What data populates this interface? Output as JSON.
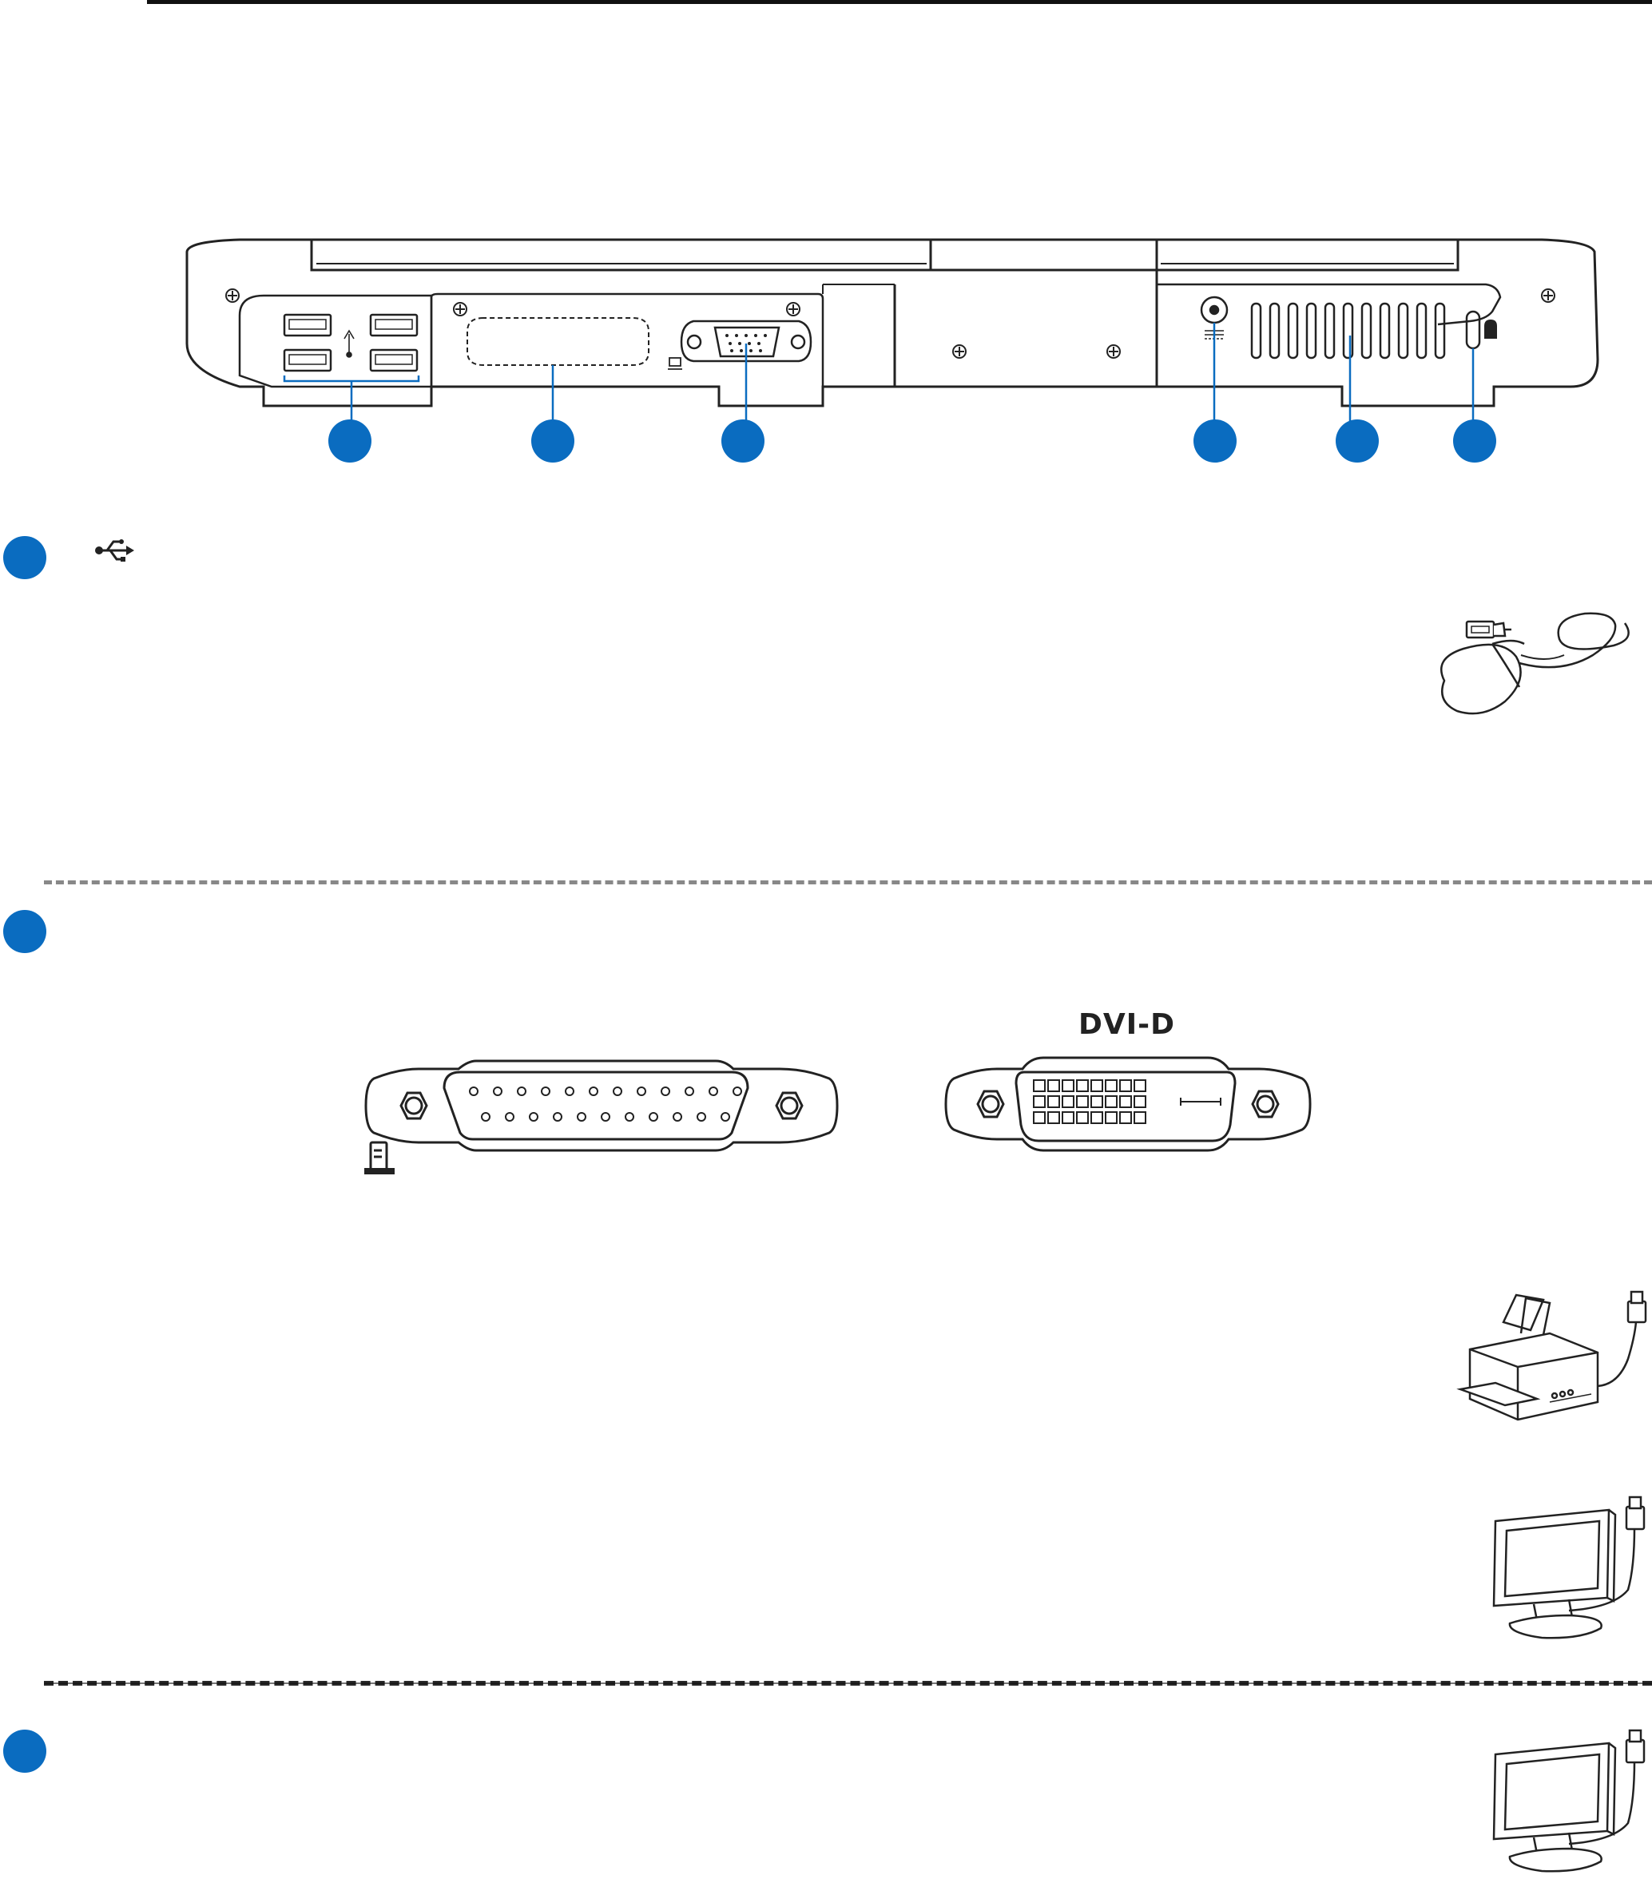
{
  "page": {
    "accent_color": "#0a6cc0",
    "line_color": "#222222"
  },
  "diagram": {
    "callouts": [
      "usb-ports",
      "port-replicator-connector",
      "display-output",
      "dc-power-input",
      "air-vents",
      "kensington-lock-port"
    ],
    "icons": [
      "usb-icon",
      "monitor-icon",
      "dc-in-icon",
      "lock-icon"
    ]
  },
  "sections": [
    {
      "id": "usb",
      "icon": "usb-icon",
      "illustration": "usb-mouse"
    },
    {
      "id": "connectors",
      "labels": {
        "dvi": "DVI-D"
      },
      "illustrations": [
        "printer",
        "monitor"
      ],
      "icons": [
        "parallel-port-icon"
      ]
    },
    {
      "id": "display",
      "illustration": "monitor"
    }
  ]
}
